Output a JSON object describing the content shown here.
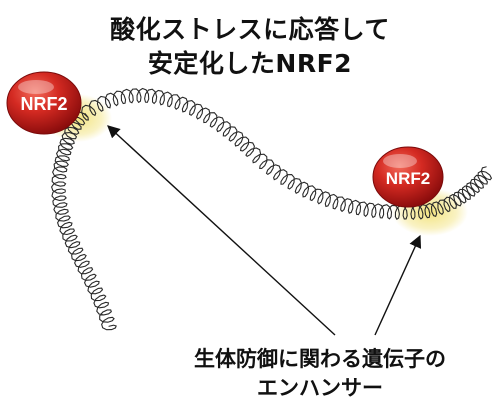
{
  "title": {
    "line1": "酸化ストレスに応答して",
    "line2": "安定化したNRF2"
  },
  "protein_labels": {
    "left": "NRF2",
    "right": "NRF2"
  },
  "annotation": {
    "line1": "生体防御に関わる遺伝子の",
    "line2": "エンハンサー"
  },
  "colors": {
    "protein_red": "#c81e1e",
    "protein_dark": "#8a0c0c",
    "highlight_yellow": "#f2e27a",
    "dna_stroke": "#2a2a2a",
    "arrow": "#111111"
  }
}
